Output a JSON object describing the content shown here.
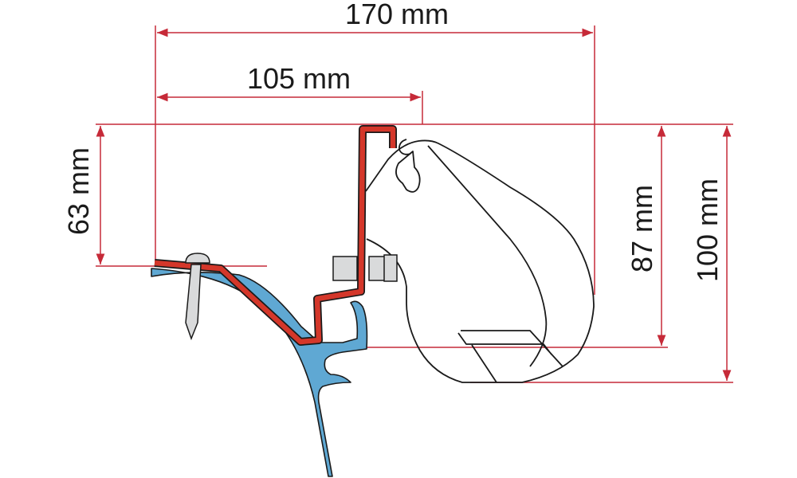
{
  "dimensions": {
    "width_total": "170 mm",
    "width_bracket": "105 mm",
    "height_left": "63 mm",
    "height_mid": "87 mm",
    "height_total": "100 mm"
  },
  "colors": {
    "dimension_line": "#c62a38",
    "bracket": "#d4372a",
    "roof_profile": "#5fa8d3",
    "bolt": "#d9dadb"
  }
}
